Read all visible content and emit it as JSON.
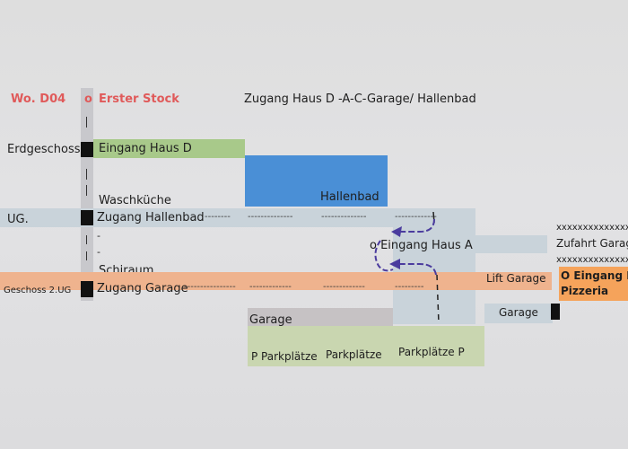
{
  "header": {
    "apartment": "Wo. D04",
    "circle": "o",
    "floor": "Erster Stock",
    "title": "Zugang Haus  D -A-C-Garage/ Hallenbad"
  },
  "levels": {
    "ground": "Erdgeschoss",
    "ug": "UG.",
    "ug2": "Geschoss 2.UG"
  },
  "labels": {
    "entrance_d": "Eingang Haus D",
    "laundry": "Waschküche",
    "pool_access": "Zugang Hallenbad",
    "pool": "Hallenbad",
    "dash_mark": "-",
    "ski_room": "Schiraum",
    "garage_access": "Zugang Garage",
    "entrance_a": "o Eingang Haus A",
    "access_garage": "Zufahrt Garag",
    "xline1": "xxxxxxxxxxxxxx",
    "xline2": "xxxxxxxxxxxxxx",
    "lift_garage": "Lift Garage",
    "entrance_pizzeria_1": "O Eingang Ha",
    "entrance_pizzeria_2": "Pizzeria",
    "garage_left": "Garage",
    "garage_right": "Garage",
    "parking_1": "P Parkplätze",
    "parking_2": "Parkplätze",
    "parking_3": "Parkplätze P"
  },
  "dashes": {
    "pool_row_1": "--------",
    "pool_row_2": "--------------",
    "pool_row_3": "--------------",
    "pool_row_4": "-------------",
    "garage_row_1": "----------------",
    "garage_row_2": "-------------",
    "garage_row_3": "-------------",
    "garage_row_4": "---------"
  },
  "colors": {
    "green": "#a8c98a",
    "blue": "#4a8fd6",
    "light_blue": "#c9d3da",
    "orange": "#efb38e",
    "orange_strong": "#f5a35b",
    "grey_band": "#c8c8cc",
    "garage_grey": "#c6c2c4",
    "light_green": "#c9d6b0",
    "arrow": "#4b3c9e"
  }
}
